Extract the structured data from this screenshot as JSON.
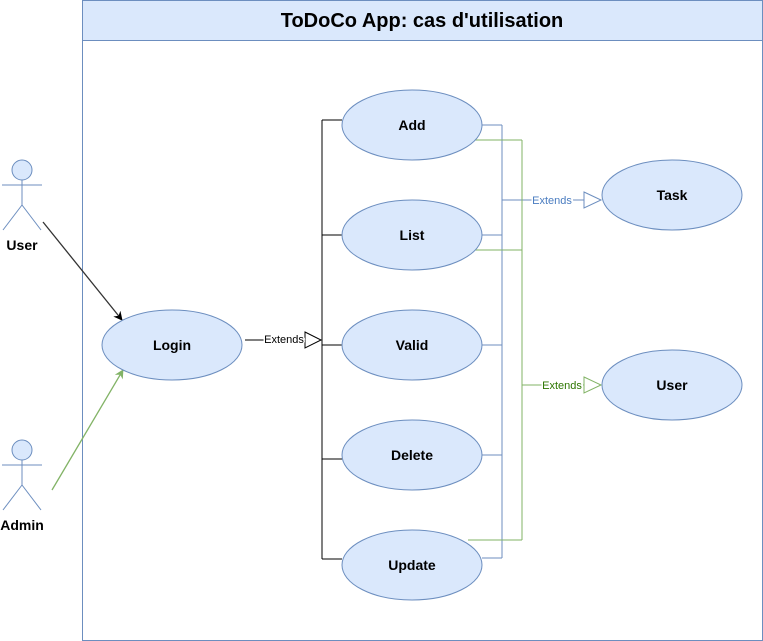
{
  "title": "ToDoCo App: cas d'utilisation",
  "actors": {
    "user": "User",
    "admin": "Admin"
  },
  "use_cases": {
    "login": "Login",
    "add": "Add",
    "list": "List",
    "valid": "Valid",
    "delete": "Delete",
    "update": "Update",
    "task": "Task",
    "user": "User"
  },
  "relations": {
    "login_extends": "Extends",
    "task_extends": "Extends",
    "user_extends": "Extends"
  },
  "colors": {
    "ellipse_fill": "#dae8fc",
    "ellipse_stroke": "#6c8ebf",
    "title_fill": "#dae8fc",
    "blue_line": "#6c8ebf",
    "green_line": "#82b366",
    "dark_green_text": "#2d7600",
    "blue_text": "#4a7cc0"
  }
}
